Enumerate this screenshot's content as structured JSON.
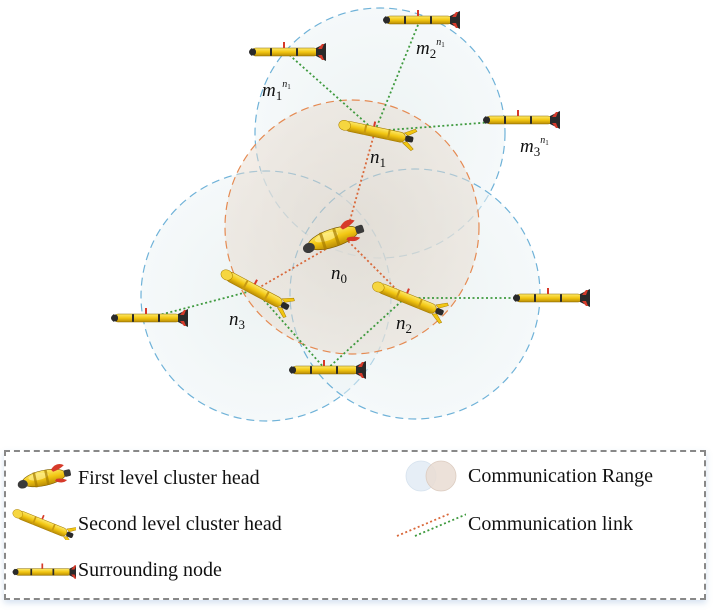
{
  "nodes": {
    "n0": {
      "base": "n",
      "sub": "0"
    },
    "n1": {
      "base": "n",
      "sub": "1"
    },
    "n2": {
      "base": "n",
      "sub": "2"
    },
    "n3": {
      "base": "n",
      "sub": "3"
    },
    "m1": {
      "base": "m",
      "sub": "1",
      "sup_base": "n",
      "sup_sub": "1"
    },
    "m2": {
      "base": "m",
      "sub": "2",
      "sup_base": "n",
      "sup_sub": "1"
    },
    "m3": {
      "base": "m",
      "sub": "3",
      "sup_base": "n",
      "sup_sub": "1"
    }
  },
  "legend": {
    "first_level": "First level cluster head",
    "second_level": "Second level cluster head",
    "surrounding": "Surrounding node",
    "range": "Communication Range",
    "link": "Communication link"
  },
  "colors": {
    "auv_body": "#f2c612",
    "auv_dark": "#2a2a2a",
    "auv_fin": "#d63a2a",
    "range_blue_stroke": "#6fb2d8",
    "range_orange_stroke": "#e58a52",
    "range_fill_blue": "#e6f0f0",
    "range_fill_orange": "#ece0d6",
    "link_orange": "#d9683a",
    "link_green": "#3f9a3f"
  }
}
